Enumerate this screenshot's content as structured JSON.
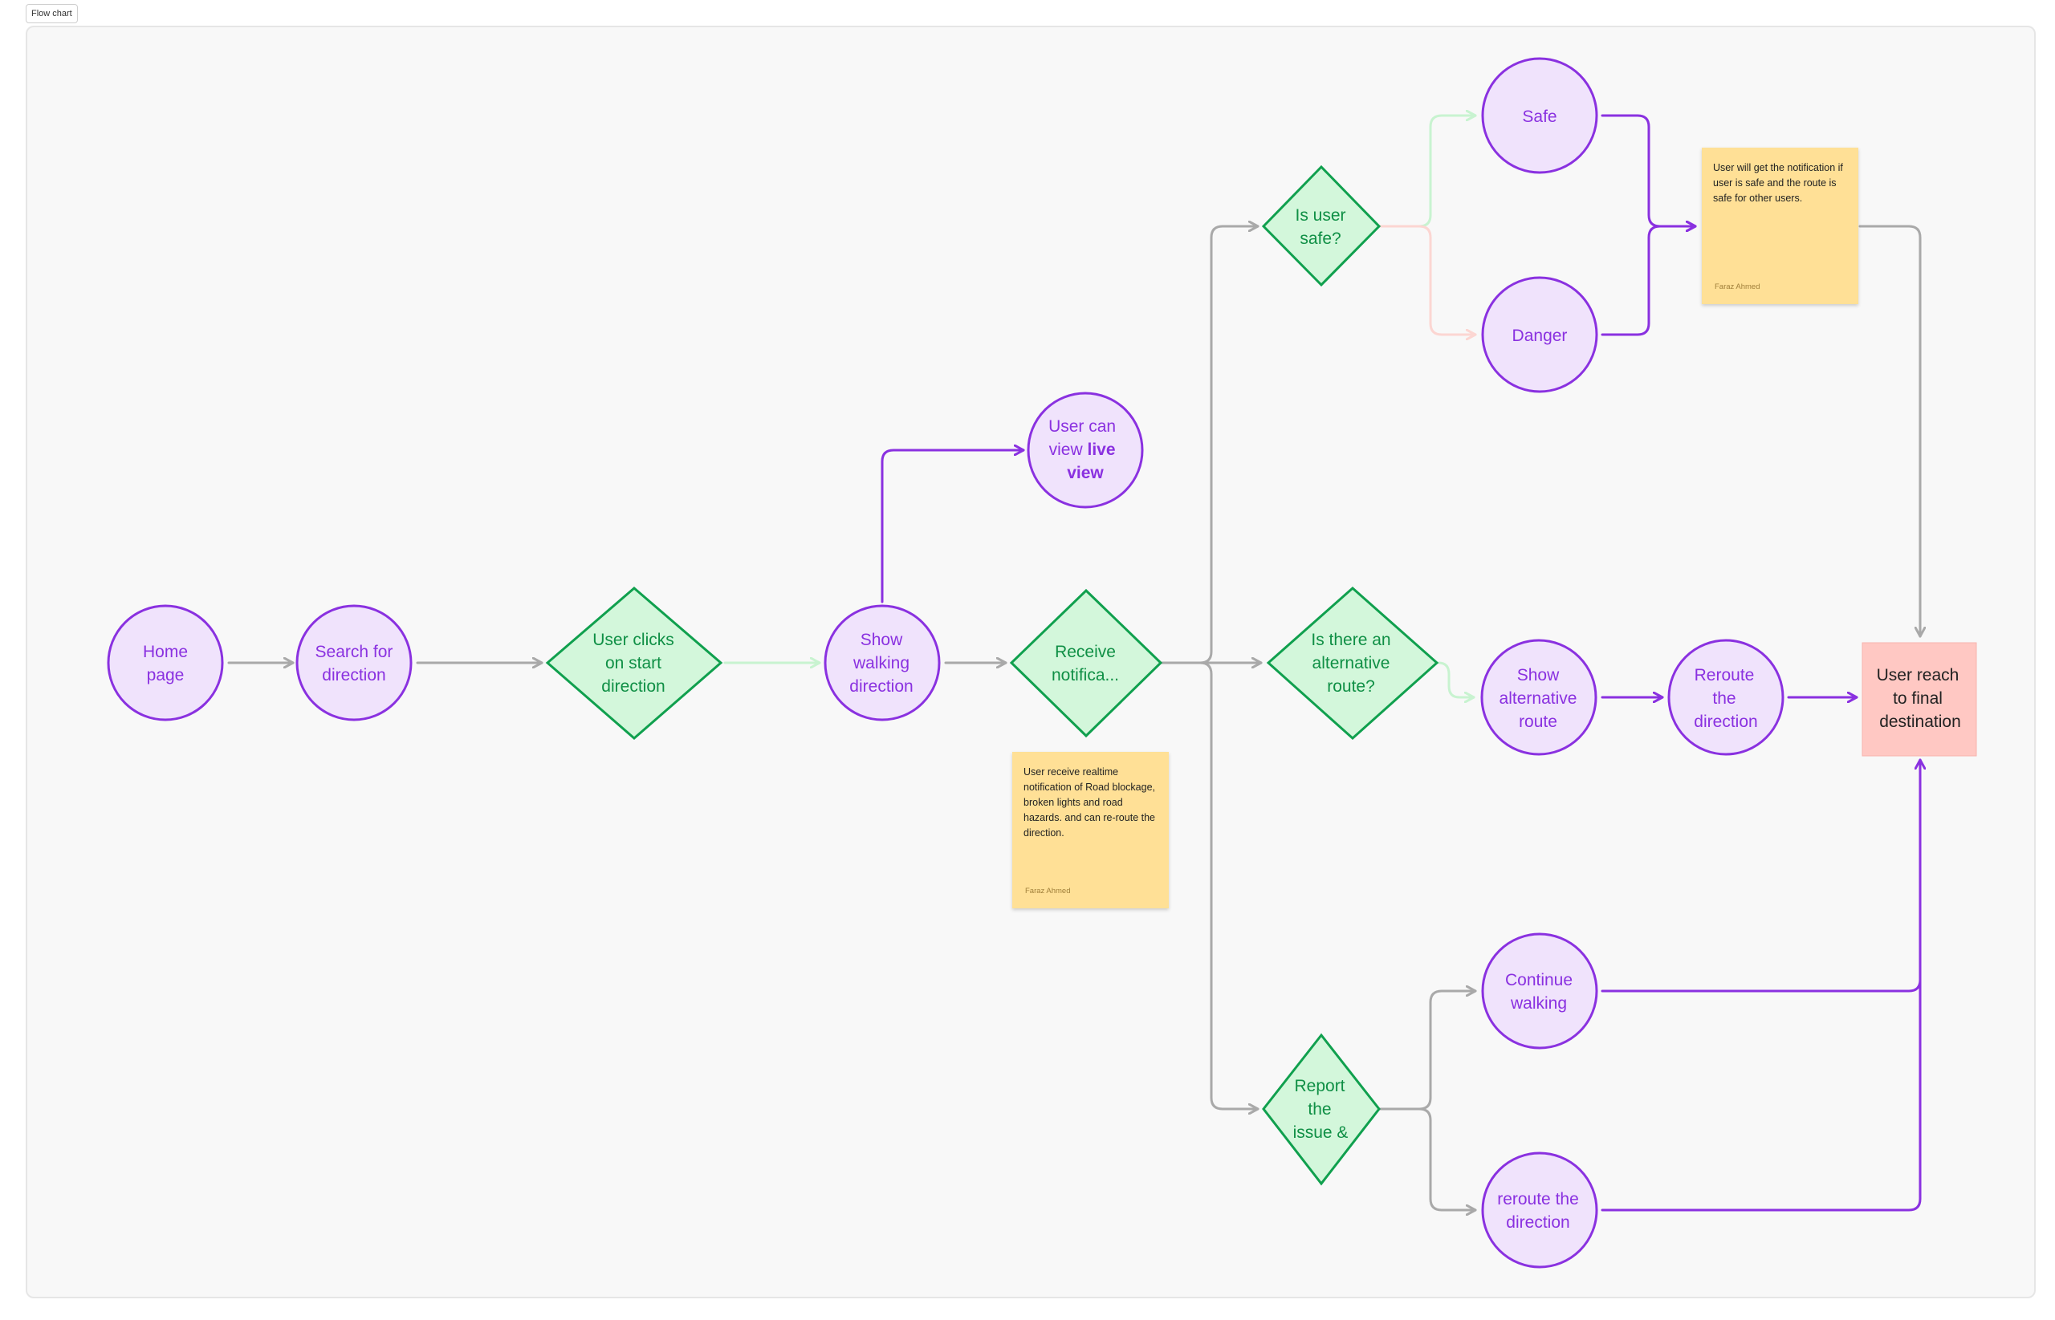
{
  "page": {
    "tab_label": "Flow chart"
  },
  "nodes": {
    "home": [
      "Home",
      "page"
    ],
    "search": [
      "Search for",
      "direction"
    ],
    "start": [
      "User clicks",
      "on start",
      "direction"
    ],
    "walk": [
      "Show",
      "walking",
      "direction"
    ],
    "live_1": "User can",
    "live_2a": "view ",
    "live_2b": "live",
    "live_3": "view",
    "receive": [
      "Receive",
      "notifica..."
    ],
    "safe_q": [
      "Is user",
      "safe?"
    ],
    "safe": "Safe",
    "danger": "Danger",
    "alt_q": [
      "Is there an",
      "alternative",
      "route?"
    ],
    "show_alt": [
      "Show",
      "alternative",
      "route"
    ],
    "reroute1": [
      "Reroute",
      "the",
      "direction"
    ],
    "final": [
      "User reach",
      "to final",
      "destination"
    ],
    "report": [
      "Report",
      "the",
      "issue &"
    ],
    "continue": [
      "Continue",
      "walking"
    ],
    "reroute2": [
      "reroute the",
      "direction"
    ]
  },
  "notes": {
    "safety": {
      "text": "User will get the notification if user is safe and the route is safe for other users.",
      "author": "Faraz Ahmed"
    },
    "realtime": {
      "text": "User receive realtime notification of Road blockage, broken lights and road hazards. and can re-route the direction.",
      "author": "Faraz Ahmed"
    }
  },
  "colors": {
    "circle_fill": "#f0e3fc",
    "circle_stroke": "#8a31e0",
    "diamond_fill": "#d3f7db",
    "diamond_stroke": "#10a04e",
    "connector_gray": "#a9a9a9",
    "connector_purple": "#8a31e0",
    "connector_lightgreen": "#c8f3d0",
    "connector_lightred": "#fcd6d2",
    "end_fill": "#ffc8c3",
    "note_fill": "#ffe096"
  }
}
